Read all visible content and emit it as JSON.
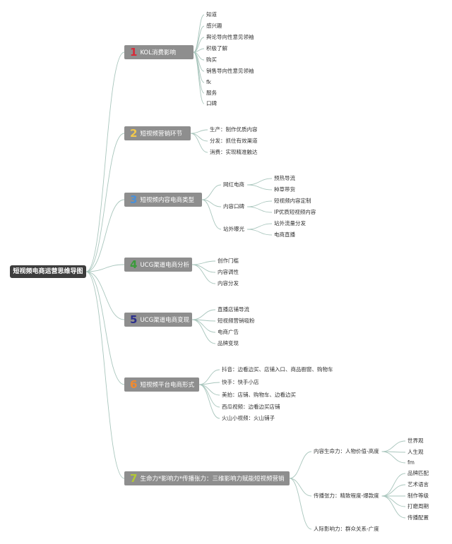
{
  "colors": {
    "root_bg": "#3d3d3d",
    "branch_bg": "#8e8e8e",
    "connector": "#a9c6bd",
    "number_colors": [
      "#d62a38",
      "#f2c94c",
      "#4a90d9",
      "#3a9b3a",
      "#2b2f8c",
      "#f28a2e",
      "#b3c933"
    ]
  },
  "root": {
    "label": "短视频电商运营思维导图"
  },
  "branches": [
    {
      "number": "1",
      "label": "KOL消费影响",
      "children": [
        "知道",
        "感兴趣",
        "舆论导向性意见领袖",
        "积极了解",
        "购买",
        "销售导向性意见领袖",
        "fk",
        "服务",
        "口碑"
      ]
    },
    {
      "number": "2",
      "label": "短视频营销环节",
      "children": [
        "生产：制作优质内容",
        "分发：抓住有效渠道",
        "消费：实现精准触达"
      ]
    },
    {
      "number": "3",
      "label": "短视频内容电商类型",
      "children": [
        {
          "label": "网红电商",
          "children": [
            "预热导流",
            "种草带货"
          ]
        },
        {
          "label": "内容口碑",
          "children": [
            "短视频内容定制",
            "IP优质短视频内容"
          ]
        },
        {
          "label": "站外曝光",
          "children": [
            "站外流量分发",
            "电商直播"
          ]
        }
      ]
    },
    {
      "number": "4",
      "label": "UCG渠道电商分析",
      "children": [
        "创作门槛",
        "内容调性",
        "内容分发"
      ]
    },
    {
      "number": "5",
      "label": "UCG渠道电商变现",
      "children": [
        "直播店铺导流",
        "短视频营销吸粉",
        "电商广告",
        "品牌变现"
      ]
    },
    {
      "number": "6",
      "label": "短视频平台电商形式",
      "children": [
        "抖音：边看边买、店铺入口、商品橱窗、购物车",
        "快手：快手小店",
        "美拍：店铺、购物车、边看边买",
        "西瓜视频：边看边买店铺",
        "火山小视频：火山铺子"
      ]
    },
    {
      "number": "7",
      "label": "生命力*影响力*传播张力：三维影响力赋能短视频营销",
      "children": [
        {
          "label": "内容生命力：人物价值-高度",
          "children": [
            "世界观",
            "人生观",
            "fm"
          ]
        },
        {
          "label": "传播张力：精致程度-爆款度",
          "children": [
            "品牌匹配",
            "艺术语言",
            "制作等级",
            "打磨周期",
            "传播配置"
          ]
        },
        {
          "label": "人际影响力：群众关系-广度",
          "children": []
        }
      ]
    }
  ]
}
